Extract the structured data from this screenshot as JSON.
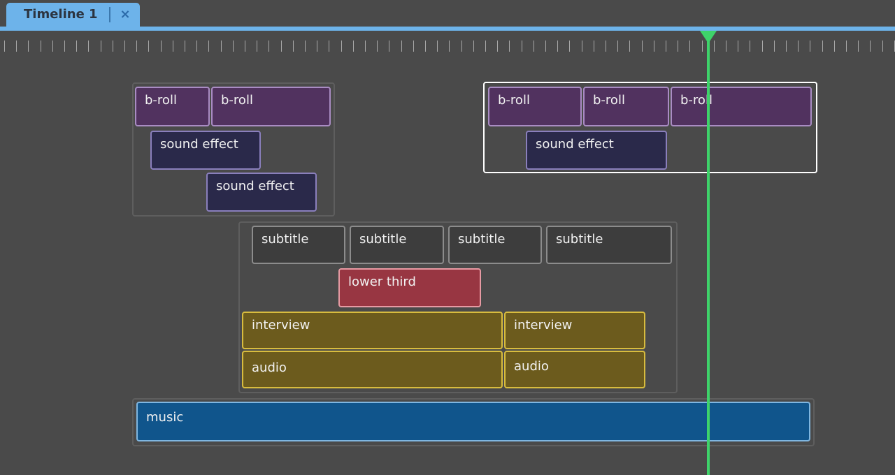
{
  "tab": {
    "title": "Timeline 1",
    "close_glyph": "×",
    "close_icon": "close-icon"
  },
  "colors": {
    "accent": "#6db3ea",
    "playhead": "#3ed36a",
    "broll": "#51325f",
    "sound_effect": "#2a294a",
    "subtitle": "#3d3d3d",
    "lower_third": "#983642",
    "interview_audio": "#6c5b1d",
    "music": "#10558c"
  },
  "clips": {
    "group1": {
      "broll_a": "b-roll",
      "broll_b": "b-roll",
      "sfx_a": "sound effect",
      "sfx_b": "sound effect"
    },
    "group2": {
      "broll_a": "b-roll",
      "broll_b": "b-roll",
      "broll_c": "b-roll",
      "sfx_a": "sound effect"
    },
    "group3": {
      "subtitle_a": "subtitle",
      "subtitle_b": "subtitle",
      "subtitle_c": "subtitle",
      "subtitle_d": "subtitle",
      "lower_third": "lower third",
      "interview_a": "interview",
      "interview_b": "interview",
      "audio_a": "audio",
      "audio_b": "audio"
    },
    "music": "music"
  }
}
